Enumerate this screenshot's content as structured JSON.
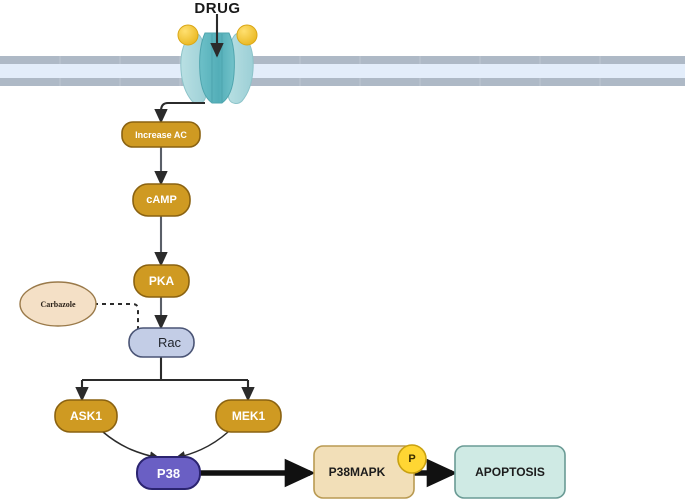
{
  "diagram": {
    "title_label": "DRUG",
    "membrane": {
      "name": "lipid-bilayer",
      "band_color": "#aeb9c6",
      "interior_color": "#e3edfa"
    },
    "receptor": {
      "name": "membrane-receptor-channel",
      "subunit_color": "#a8d8dc",
      "core_color": "#58b3bd",
      "ligand_dot_color": "#f2c230"
    },
    "nodes": [
      {
        "id": "increase_ac",
        "label": "Increase AC",
        "fill": "#cf9a22",
        "stroke": "#8a6211",
        "text": "#ffffff"
      },
      {
        "id": "camp",
        "label": "cAMP",
        "fill": "#cf9a22",
        "stroke": "#8a6211",
        "text": "#ffffff"
      },
      {
        "id": "pka",
        "label": "PKA",
        "fill": "#cf9a22",
        "stroke": "#8a6211",
        "text": "#ffffff"
      },
      {
        "id": "carbazole",
        "label": "Carbazole",
        "fill": "#f4e0c6",
        "stroke": "#9a7a4a",
        "text": "#2a2118"
      },
      {
        "id": "rac",
        "label": "Rac",
        "fill": "#c3cde6",
        "stroke": "#4a5475",
        "text": "#22262e"
      },
      {
        "id": "ask1",
        "label": "ASK1",
        "fill": "#cf9a22",
        "stroke": "#8a6211",
        "text": "#ffffff"
      },
      {
        "id": "mek1",
        "label": "MEK1",
        "fill": "#cf9a22",
        "stroke": "#8a6211",
        "text": "#ffffff"
      },
      {
        "id": "p38",
        "label": "P38",
        "fill": "#6a5fc4",
        "stroke": "#2b2470",
        "text": "#ffffff"
      },
      {
        "id": "p38mapk",
        "label": "P38MAPK",
        "fill": "#f2dfb8",
        "stroke": "#b99a52",
        "text": "#1c1c1c"
      },
      {
        "id": "phospho_badge",
        "label": "P",
        "fill": "#ffd633",
        "stroke": "#c9a110",
        "text": "#3a2d00"
      },
      {
        "id": "apoptosis",
        "label": "APOPTOSIS",
        "fill": "#cfeae4",
        "stroke": "#6a9b95",
        "text": "#1c1c1c"
      }
    ],
    "edges": [
      {
        "id": "drug-to-receptor",
        "kind": "arrow",
        "from": "DRUG",
        "to": "receptor"
      },
      {
        "id": "receptor-to-increase-ac",
        "kind": "elbow-arrow",
        "from": "receptor",
        "to": "Increase AC"
      },
      {
        "id": "increase-ac-to-camp",
        "kind": "arrow",
        "from": "Increase AC",
        "to": "cAMP"
      },
      {
        "id": "camp-to-pka",
        "kind": "arrow",
        "from": "cAMP",
        "to": "PKA"
      },
      {
        "id": "pka-to-rac",
        "kind": "arrow",
        "from": "PKA",
        "to": "Rac"
      },
      {
        "id": "carbazole-inhibits-rac",
        "kind": "dashed-inhibition",
        "from": "Carbazole",
        "to": "Rac"
      },
      {
        "id": "rac-to-ask1",
        "kind": "branch-arrow",
        "from": "Rac",
        "to": "ASK1"
      },
      {
        "id": "rac-to-mek1",
        "kind": "branch-arrow",
        "from": "Rac",
        "to": "MEK1"
      },
      {
        "id": "ask1-to-p38",
        "kind": "curved-arrow",
        "from": "ASK1",
        "to": "P38"
      },
      {
        "id": "mek1-to-p38",
        "kind": "curved-arrow",
        "from": "MEK1",
        "to": "P38"
      },
      {
        "id": "p38-to-p38mapk",
        "kind": "thick-arrow",
        "from": "P38",
        "to": "P38MAPK"
      },
      {
        "id": "p38mapk-to-apoptosis",
        "kind": "thick-arrow",
        "from": "P38MAPK",
        "to": "APOPTOSIS"
      }
    ]
  }
}
